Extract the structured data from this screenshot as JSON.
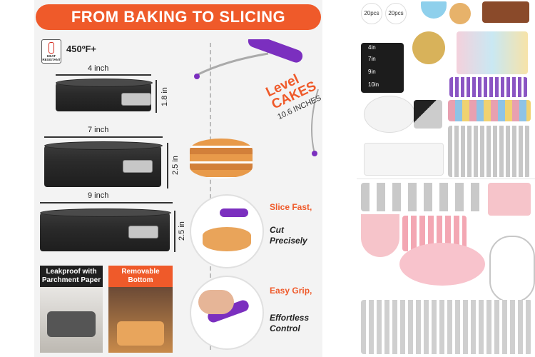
{
  "banner": {
    "title": "FROM BAKING TO SLICING"
  },
  "heat": {
    "badge_label": "HEAT RESISTANT",
    "temp": "450ºF+"
  },
  "pans": [
    {
      "width_label": "4 inch",
      "height_label": "1.8 in"
    },
    {
      "width_label": "7 inch",
      "height_label": "2.5 in"
    },
    {
      "width_label": "9 inch",
      "height_label": "2.5 in"
    }
  ],
  "leveler": {
    "line1": "Level",
    "line2": "CAKES",
    "line3": "10.6 INCHES"
  },
  "features": {
    "slice_a": "Slice Fast,",
    "slice_b": "Cut Precisely",
    "grip_a": "Easy Grip,",
    "grip_b": "Effortless Control"
  },
  "callouts": {
    "leakproof": "Leakproof with Parchment Paper",
    "removable": "Removable Bottom"
  },
  "kit": {
    "bag1": "20pcs",
    "bag2": "20pcs",
    "pan_labels": [
      "4in",
      "7in",
      "9in",
      "10in"
    ]
  },
  "colors": {
    "accent": "#ef5a2a",
    "purple": "#7b2fbf",
    "pink": "#f7c6cf"
  }
}
